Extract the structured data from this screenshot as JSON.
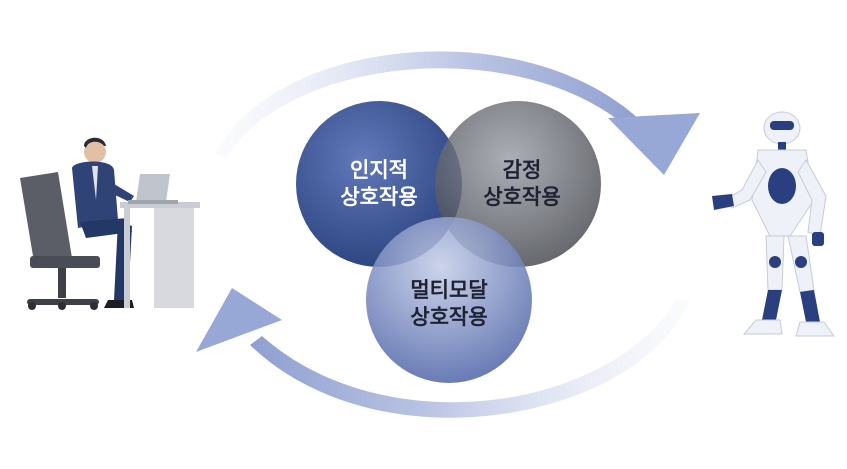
{
  "circles": [
    {
      "id": "cognitive",
      "line1": "인지적",
      "line2": "상호작용",
      "color": "#34508f"
    },
    {
      "id": "emotional",
      "line1": "감정",
      "line2": "상호작용",
      "color": "#55585f"
    },
    {
      "id": "multimodal",
      "line1": "멀티모달",
      "line2": "상호작용",
      "color": "#6a7fba"
    }
  ],
  "colors": {
    "arrow": "#a9b5dc",
    "suit": "#2f4377",
    "chair": "#5b5e66",
    "desk": "#d7d9de",
    "robot_white": "#eef1f7",
    "robot_blue": "#2a3f80"
  },
  "icons": {
    "human": "businessman-at-desk-icon",
    "robot": "humanoid-robot-icon"
  }
}
